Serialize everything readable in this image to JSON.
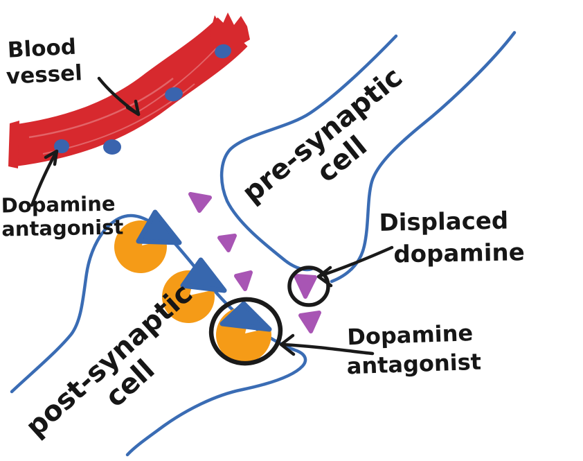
{
  "title": "Hand-drawn synapse diagram: dopamine antagonist action",
  "labels": {
    "blood_vessel": {
      "line1": "Blood",
      "line2": "vessel"
    },
    "dopamine_antagonist_left": {
      "line1": "Dopamine",
      "line2": "antagonist"
    },
    "pre_synaptic": {
      "line1": "pre-synaptic",
      "line2": "cell"
    },
    "displaced_dopamine": {
      "line1": "Displaced",
      "line2": "dopamine"
    },
    "post_synaptic": {
      "line1": "post-synaptic",
      "line2": "cell"
    },
    "dopamine_antagonist_right": {
      "line1": "Dopamine",
      "line2": "antagonist"
    }
  },
  "colors": {
    "vessel_red": "#d7292e",
    "vessel_streak": "rgba(255,255,255,0.28)",
    "dot_blue": "#3a64ae",
    "membrane_blue": "#3a6cb4",
    "receptor_orange": "#f59b17",
    "blocker_blue": "#3767ae",
    "dopamine_purple": "#a855b4",
    "ink_black": "#1a1a1a"
  },
  "element_counts": {
    "dopamine_molecules": 5,
    "blocked_receptors": 3,
    "antagonist_dots_in_vessel": 4
  }
}
